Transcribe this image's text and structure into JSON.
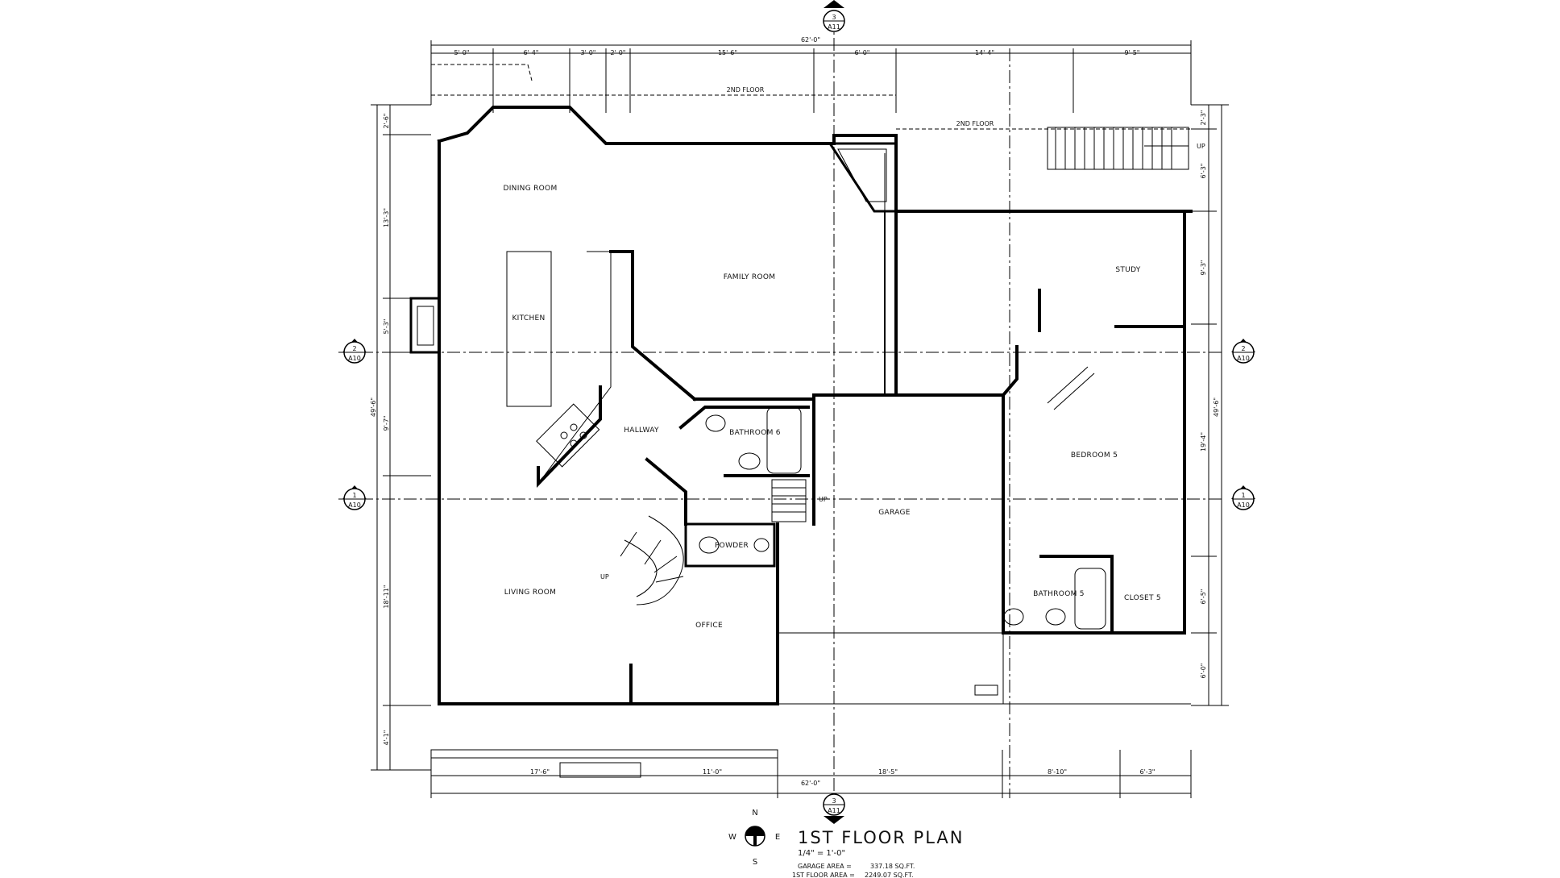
{
  "plan": {
    "title": "1ST FLOOR PLAN",
    "scale": "1/4\" = 1'-0\"",
    "garage_area_label": "GARAGE AREA =",
    "garage_area_value": "337.18 SQ.FT.",
    "floor_area_label": "1ST FLOOR AREA =",
    "floor_area_value": "2249.07 SQ.FT."
  },
  "rooms": {
    "dining": "DINING ROOM",
    "kitchen": "KITCHEN",
    "family": "FAMILY ROOM",
    "hallway": "HALLWAY",
    "bathroom6": "BATHROOM 6",
    "powder": "POWDER",
    "living": "LIVING ROOM",
    "office": "OFFICE",
    "garage": "GARAGE",
    "study": "STUDY",
    "bedroom5": "BEDROOM 5",
    "bathroom5": "BATHROOM 5",
    "closet5": "CLOSET 5"
  },
  "labels": {
    "second_floor_a": "2ND FLOOR",
    "second_floor_b": "2ND FLOOR",
    "up": "UP"
  },
  "top_dims": [
    "5'-0\"",
    "6'-4\"",
    "3'-0\"",
    "2'-0\"",
    "15'-6\"",
    "6'-0\"",
    "14'-4\"",
    "9'-5\""
  ],
  "top_overall": "62'-0\"",
  "bottom_dims": [
    "17'-6\"",
    "11'-0\"",
    "18'-5\"",
    "8'-10\"",
    "6'-3\""
  ],
  "bottom_overall": "62'-0\"",
  "left_dims": [
    "2'-6\"",
    "13'-3\"",
    "5'-3\"",
    "9'-7\"",
    "18'-11\"",
    "4'-1\""
  ],
  "left_overall": "49'-6\"",
  "right_dims": [
    "2'-3\"",
    "6'-3\"",
    "9'-3\"",
    "19'-4\"",
    "6'-5\"",
    "6'-0\""
  ],
  "right_overall": "49'-6\"",
  "markers": {
    "top_num": "3",
    "top_sheet": "A11",
    "bottom_num": "3",
    "bottom_sheet": "A11",
    "left2_num": "2",
    "left2_sheet": "A10",
    "left1_num": "1",
    "left1_sheet": "A10",
    "right2_num": "2",
    "right2_sheet": "A10",
    "right1_num": "1",
    "right1_sheet": "A10"
  },
  "compass": {
    "n": "N",
    "s": "S",
    "e": "E",
    "w": "W"
  }
}
